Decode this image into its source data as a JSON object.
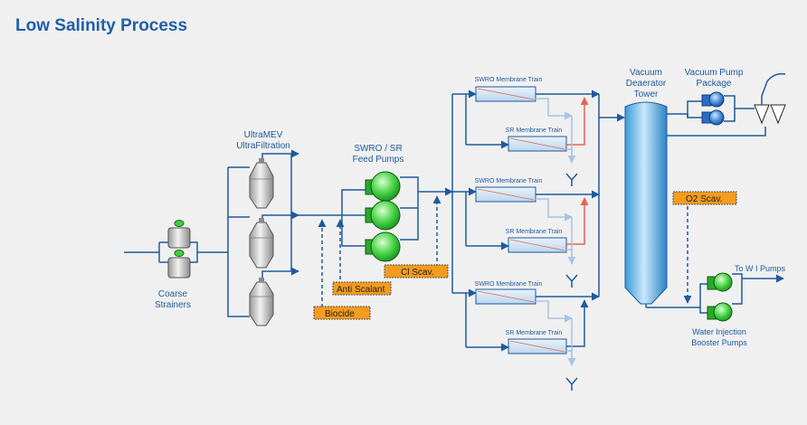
{
  "page": {
    "title": "Low Salinity Process"
  },
  "labels": {
    "coarse_strainers_1": "Coarse",
    "coarse_strainers_2": "Strainers",
    "ultramev_1": "UltraMEV",
    "ultramev_2": "UltraFiltration",
    "feed_pumps_1": "SWRO / SR",
    "feed_pumps_2": "Feed Pumps",
    "swro_train": "SWRO Membrane Train",
    "sr_train": "SR Membrane Train",
    "deaerator_1": "Vacuum",
    "deaerator_2": "Deaerator",
    "deaerator_3": "Tower",
    "vacuum_pump_1": "Vacuum Pump",
    "vacuum_pump_2": "Package",
    "to_wi_pumps": "To W I Pumps",
    "wi_booster_1": "Water Injection",
    "wi_booster_2": "Booster Pumps"
  },
  "chemicals": {
    "biocide": "Biocide",
    "anti_scalant": "Anti Scalant",
    "cl_scav": "Cl Scav.",
    "o2_scav": "O2 Scav."
  },
  "colors": {
    "pipe": "#1d5a9e",
    "light_pipe": "#a6c4e6",
    "concentrate": "#e8644a",
    "chem_box": "#f39c1e",
    "pump_green": "#3ecf3e",
    "title": "#1f5fa8"
  }
}
